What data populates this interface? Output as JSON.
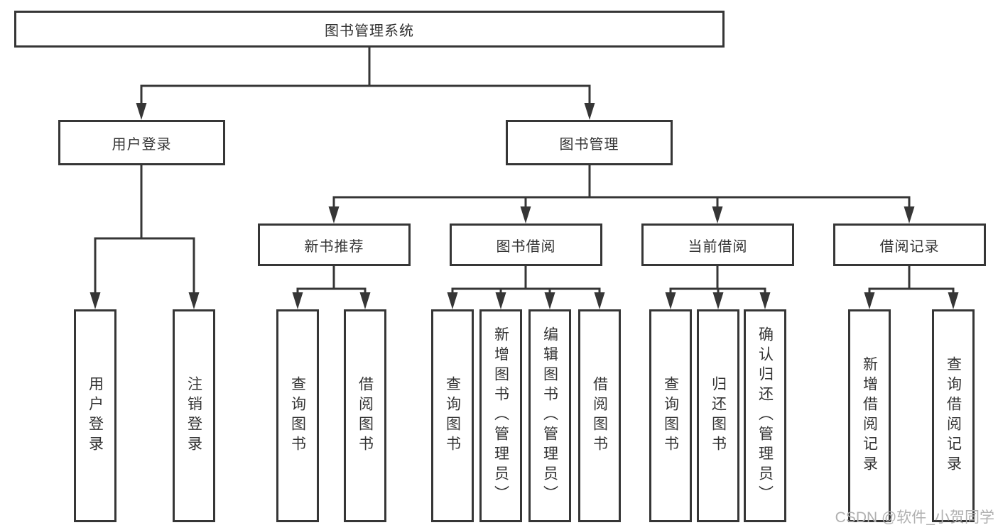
{
  "tree": {
    "root": "图书管理系统",
    "branches": [
      "用户登录",
      "图书管理"
    ],
    "sections": [
      "新书推荐",
      "图书借阅",
      "当前借阅",
      "借阅记录"
    ],
    "leaf_groups": [
      [
        "用户登录",
        "注销登录"
      ],
      [
        "查询图书",
        "借阅图书"
      ],
      [
        "查询图书",
        "新增图书（管理员）",
        "编辑图书（管理员）",
        "借阅图书"
      ],
      [
        "查询图书",
        "归还图书",
        "确认归还（管理员）"
      ],
      [
        "新增借阅记录",
        "查询借阅记录"
      ]
    ]
  },
  "watermark": {
    "text": "CSDN @软件_小贺同学"
  },
  "colors": {
    "line": "#363636",
    "text": "#333333",
    "background": "#ffffff",
    "watermark": "#b0b0b0"
  }
}
